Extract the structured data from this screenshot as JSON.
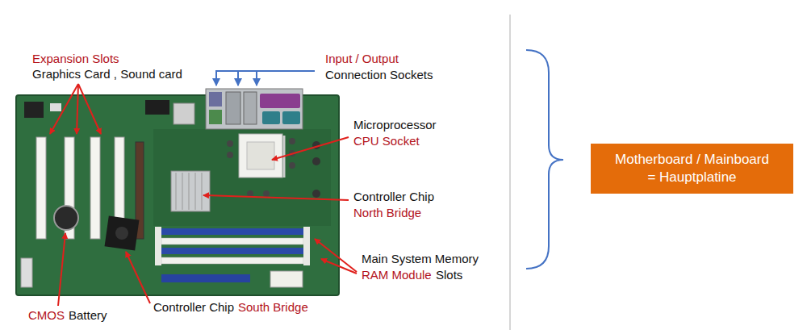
{
  "diagram": {
    "nodes": [
      {
        "text": [
          "Motherboard / Mainboard = Hauptplatine"
        ]
      }
    ],
    "labels": [
      "Expansion Slots",
      "Graphics Card , Sound card",
      "Input / Output",
      "Connection Sockets",
      "Microprocessor",
      "CPU Socket",
      "Controller Chip",
      "North Bridge",
      "Main System Memory",
      "RAM Module",
      "Slots",
      "CMOS",
      "Battery",
      "Controller Chip",
      "South Bridge"
    ]
  }
}
